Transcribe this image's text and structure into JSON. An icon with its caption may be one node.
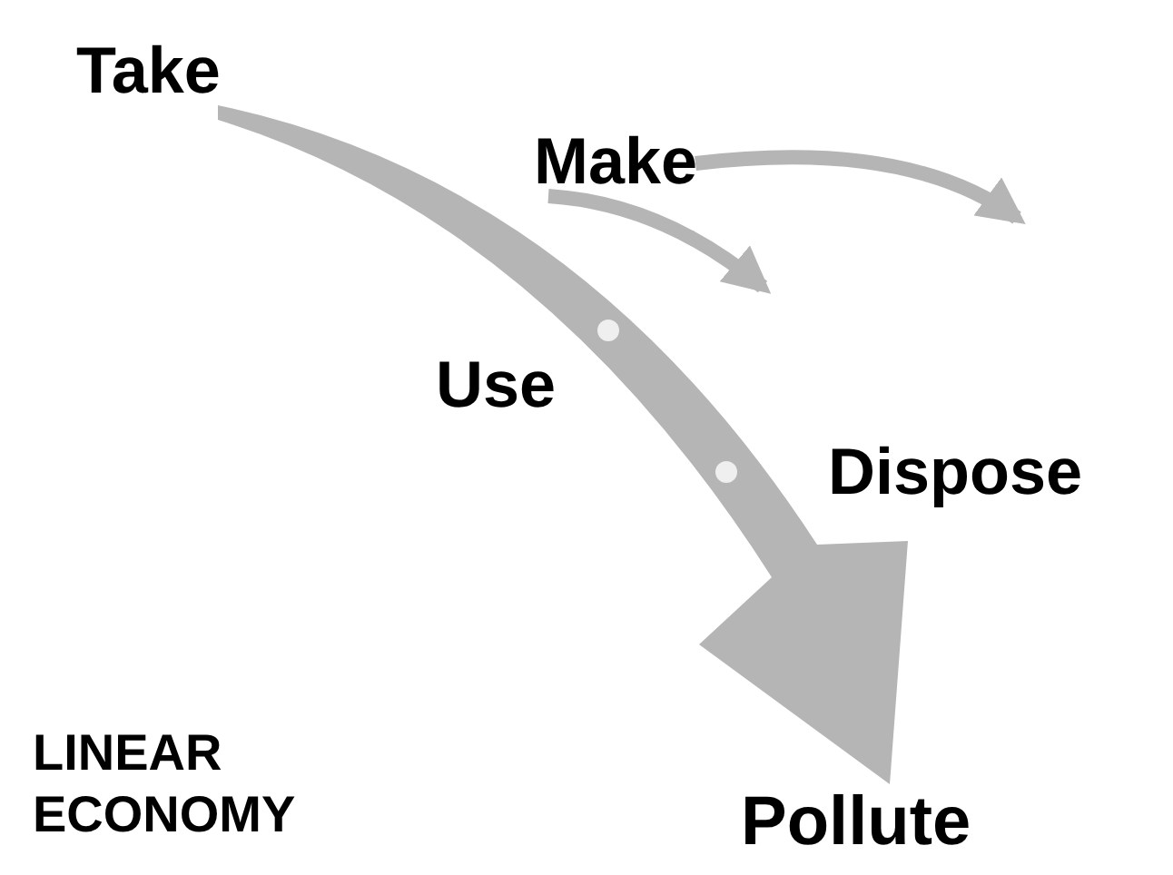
{
  "diagram": {
    "nodes": [
      {
        "text": [
          "Take"
        ]
      },
      {
        "text": [
          "Make"
        ]
      },
      {
        "text": [
          "Pollute"
        ]
      }
    ],
    "edges": [
      {
        "from": 0,
        "to": 2,
        "arrow": "to",
        "style": "thick"
      },
      {
        "from": 1,
        "to": null,
        "arrow": "to"
      },
      {
        "from": 1,
        "to": null,
        "arrow": "to"
      }
    ],
    "labels": [
      "Use",
      "Dispose",
      "LINEAR ECONOMY"
    ]
  }
}
